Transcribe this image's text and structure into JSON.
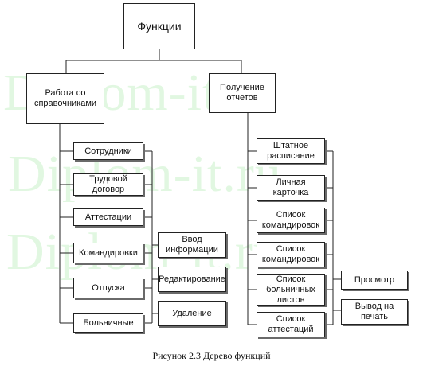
{
  "watermark": "Diplom-it.ru",
  "root": "Функции",
  "branches": {
    "left": "Работа со справочниками",
    "right": "Получение отчетов"
  },
  "left_items": [
    "Сотрудники",
    "Трудовой договор",
    "Аттестации",
    "Командировки",
    "Отпуска",
    "Больничные"
  ],
  "left_ops": [
    "Ввод информации",
    "Редактирование",
    "Удаление"
  ],
  "right_items": [
    "Штатное расписание",
    "Личная карточка",
    "Список командировок",
    "Список командировок",
    "Список больничных листов",
    "Список аттестаций"
  ],
  "right_ops": [
    "Просмотр",
    "Вывод на печать"
  ],
  "caption": "Рисунок 2.3 Дерево функций"
}
